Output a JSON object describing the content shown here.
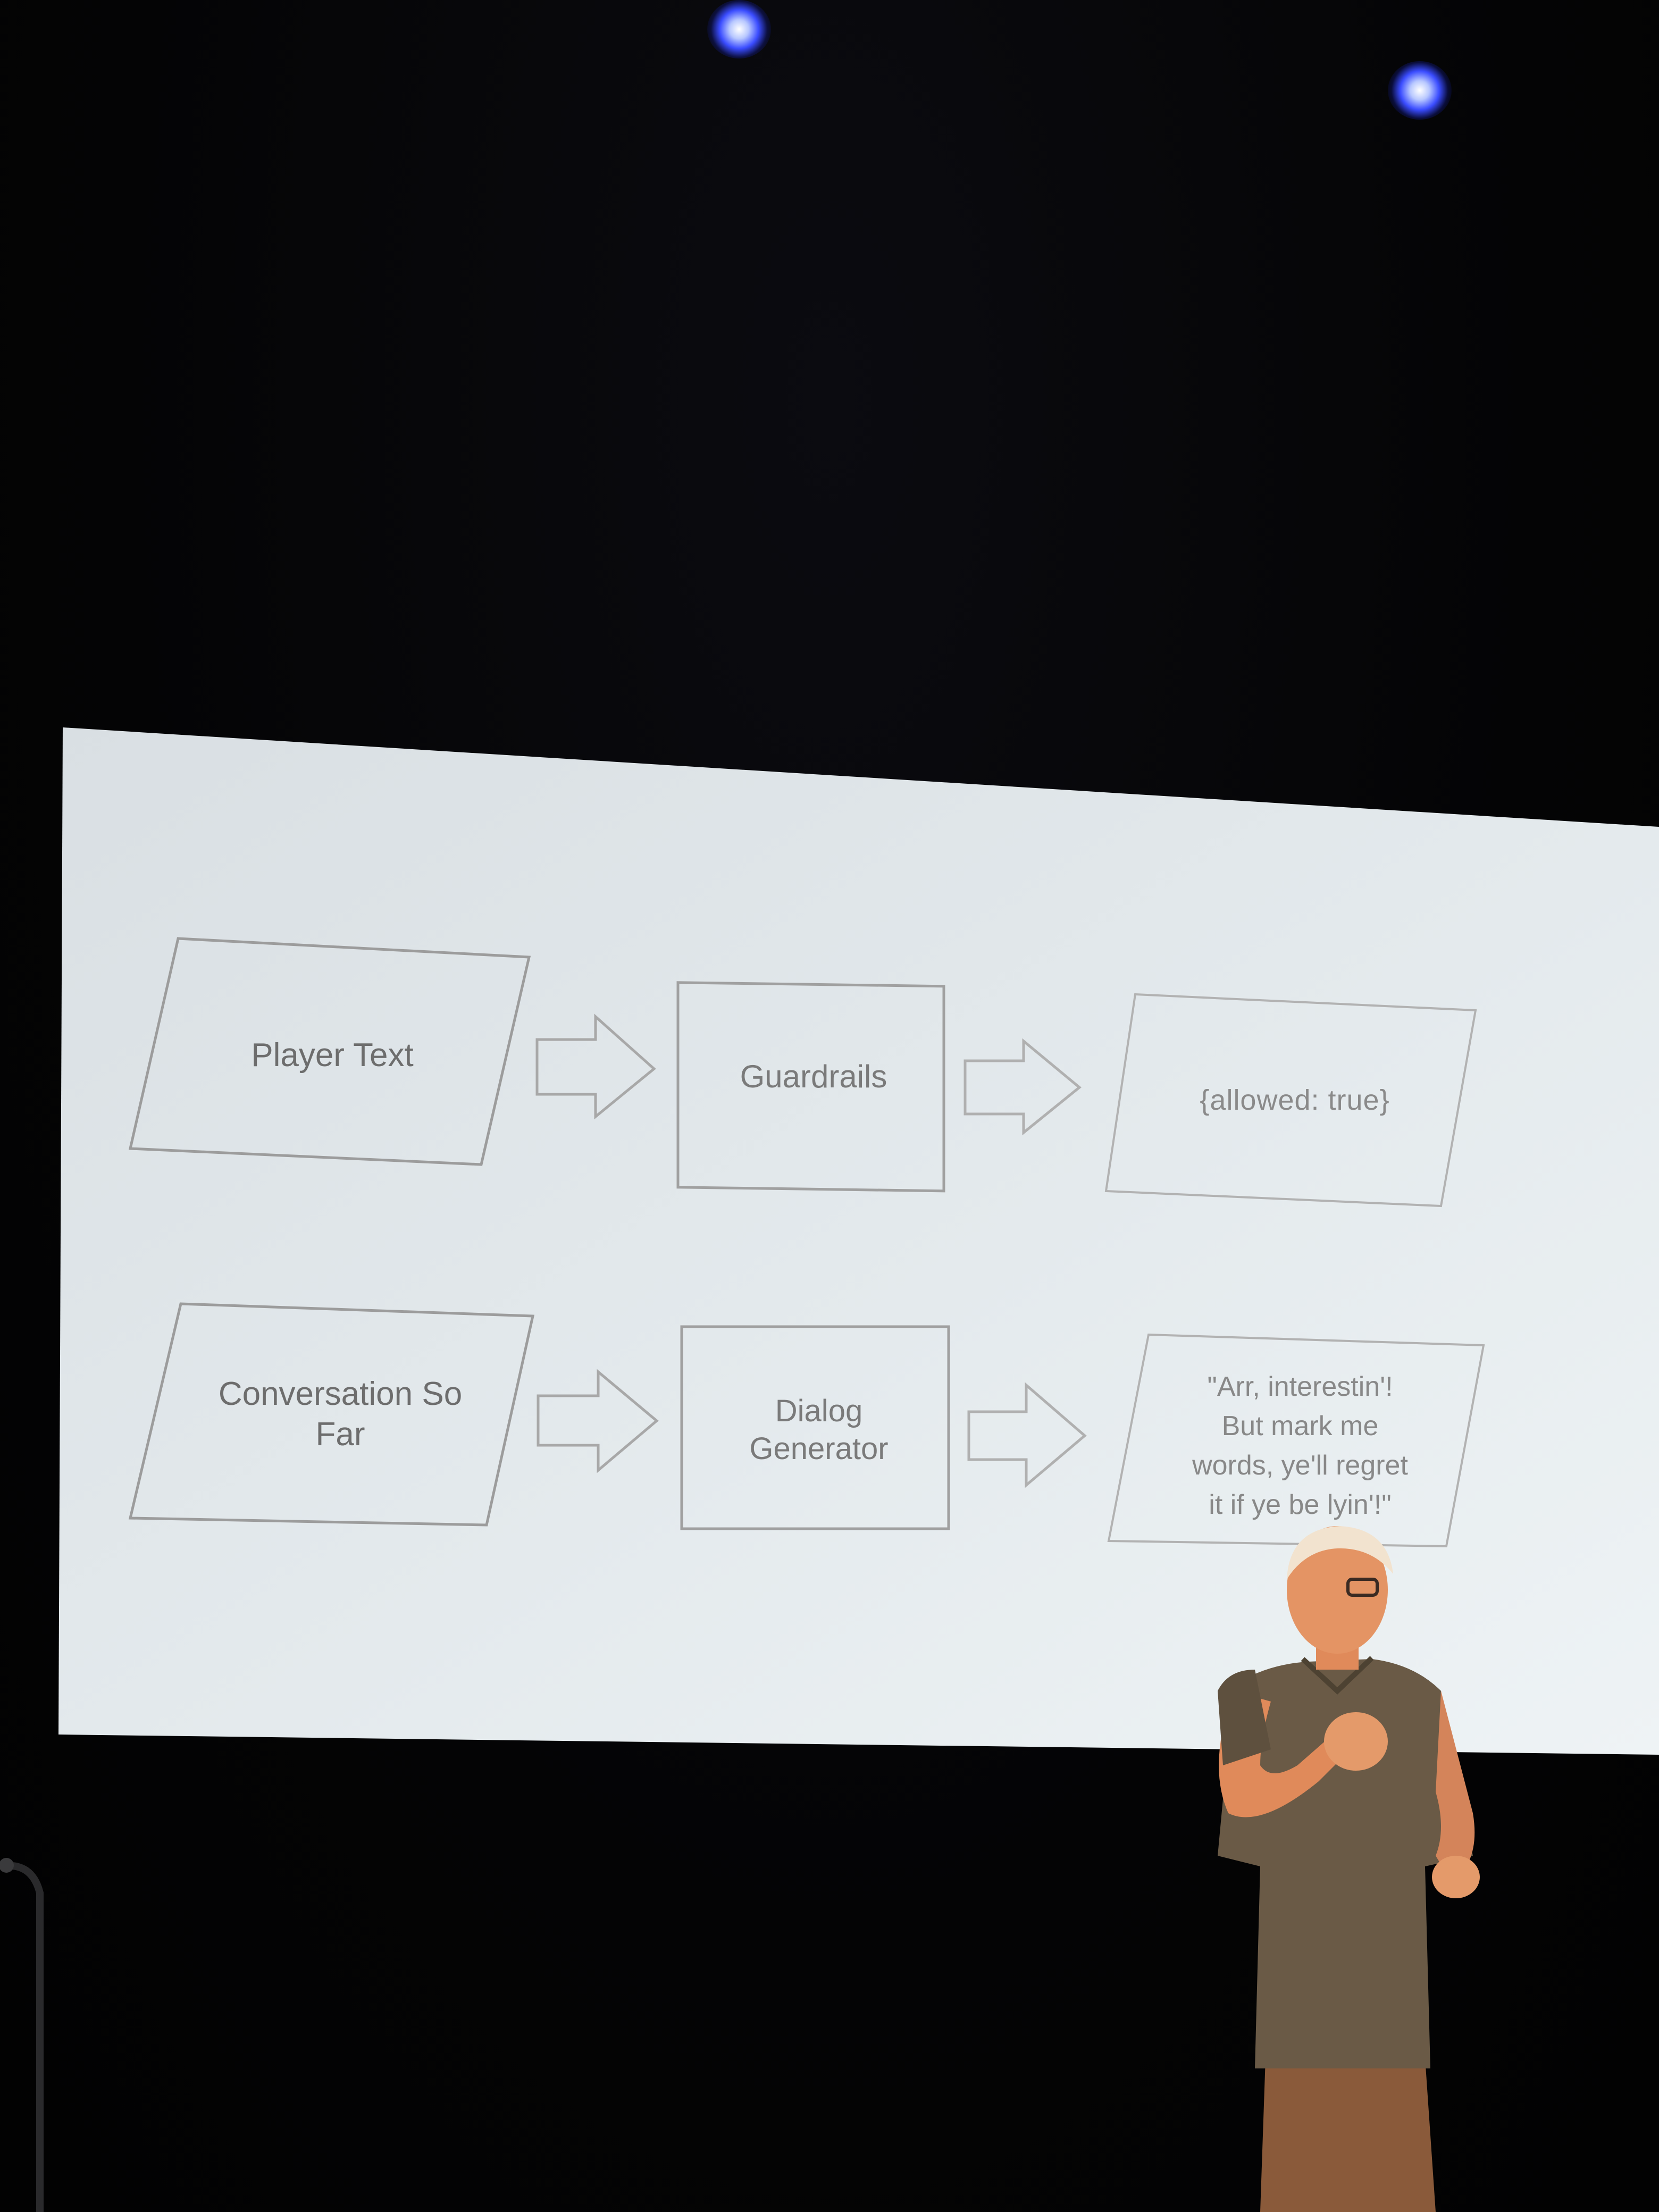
{
  "slide": {
    "row1": {
      "input": "Player Text",
      "process": "Guardrails",
      "output": "{allowed: true}"
    },
    "row2": {
      "input_line1": "Conversation So",
      "input_line2": "Far",
      "process_line1": "Dialog",
      "process_line2": "Generator",
      "output_line1": "\"Arr, interestin'!",
      "output_line2": "But mark me",
      "output_line3": "words, ye'll regret",
      "output_line4": "it if ye be lyin'!\""
    }
  },
  "colors": {
    "background": "#050506",
    "screen": "#dfe6ea",
    "shape_stroke": "#9a9a9a",
    "text": "#6d6d6d",
    "stage_light": "#3a4cff"
  }
}
